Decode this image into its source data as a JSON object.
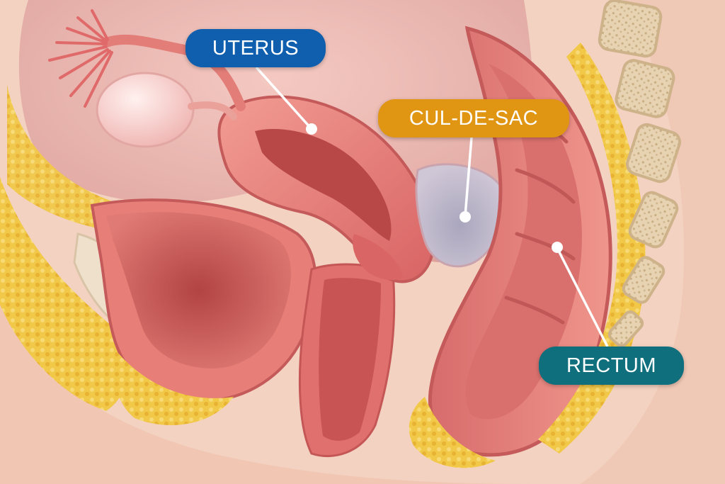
{
  "labels": {
    "uterus": {
      "text": "UTERUS",
      "color": "#0f5fae"
    },
    "cul_de_sac": {
      "text": "CUL-DE-SAC",
      "color": "#e09612"
    },
    "rectum": {
      "text": "RECTUM",
      "color": "#0f6f7c"
    }
  },
  "palette": {
    "skin": "#f3d2c2",
    "tissue": "#e9867f",
    "tissue_dark": "#c9555a",
    "fat": "#f1c646",
    "bone": "#efe0c8",
    "fluid": "#b9b5c9"
  }
}
